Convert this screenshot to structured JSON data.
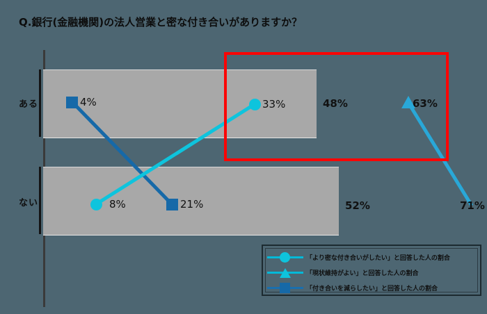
{
  "title": "Q.銀行(金融機関)の法人営業と密な付き合いがありますか？",
  "colors": {
    "background": "#4d6672",
    "bar": "#a8a8a8",
    "cyan": "#0ec4dd",
    "navy": "#1669a8",
    "highlight": "#fb0505",
    "axis": "#3a3a3a",
    "text": "#101010"
  },
  "axis": {
    "categories": [
      "ある",
      "ない"
    ]
  },
  "bars": [
    {
      "category": "ある",
      "value": 48,
      "value_label": "48%"
    },
    {
      "category": "ない",
      "value": 52,
      "value_label": "52%"
    }
  ],
  "series": [
    {
      "name": "「より密な付き合いがしたい」と回答した人の割合",
      "marker": "circle",
      "color": "#0ec4dd",
      "points": [
        {
          "category": "ない",
          "value": 8,
          "label": "8%"
        },
        {
          "category": "ある",
          "value": 33,
          "label": "33%"
        }
      ]
    },
    {
      "name": "「現状維持がよい」と回答した人の割合",
      "marker": "triangle",
      "color": "#0ec4dd",
      "points": [
        {
          "category": "ある",
          "value": 63,
          "label": "63%"
        },
        {
          "category": "ない",
          "value": 71,
          "label": "71%"
        }
      ]
    },
    {
      "name": "「付き合いを減らしたい」と回答した人の割合",
      "marker": "square",
      "color": "#1669a8",
      "points": [
        {
          "category": "ある",
          "value": 4,
          "label": "4%"
        },
        {
          "category": "ない",
          "value": 21,
          "label": "21%"
        }
      ]
    }
  ],
  "data_labels": {
    "aru_square": "4%",
    "aru_circle": "33%",
    "aru_bar": "48%",
    "aru_triangle": "63%",
    "nai_circle": "8%",
    "nai_square": "21%",
    "nai_bar": "52%",
    "nai_triangle": "71%"
  },
  "highlight": {
    "note": "red-rectangle-annotation"
  },
  "legend": {
    "items": [
      "「より密な付き合いがしたい」と回答した人の割合",
      "「現状維持がよい」と回答した人の割合",
      "「付き合いを減らしたい」と回答した人の割合"
    ]
  },
  "chart_data": {
    "type": "bar",
    "title": "Q.銀行(金融機関)の法人営業と密な付き合いがありますか？",
    "categories": [
      "ある",
      "ない"
    ],
    "xlabel": "",
    "ylabel": "",
    "grid": false,
    "legend_position": "bottom-right",
    "bar_series": {
      "name": "回答割合",
      "values": [
        48,
        52
      ],
      "labels": [
        "48%",
        "52%"
      ],
      "color": "#a8a8a8"
    },
    "series": [
      {
        "name": "「より密な付き合いがしたい」と回答した人の割合",
        "marker": "circle",
        "color": "#0ec4dd",
        "values": [
          33,
          8
        ],
        "labels": [
          "33%",
          "8%"
        ]
      },
      {
        "name": "「現状維持がよい」と回答した人の割合",
        "marker": "triangle",
        "color": "#0ec4dd",
        "values": [
          63,
          71
        ],
        "labels": [
          "63%",
          "71%"
        ]
      },
      {
        "name": "「付き合いを減らしたい」と回答した人の割合",
        "marker": "square",
        "color": "#1669a8",
        "values": [
          4,
          21
        ],
        "labels": [
          "4%",
          "21%"
        ]
      }
    ],
    "annotations": [
      {
        "type": "rectangle",
        "color": "#fb0505",
        "covers": [
          "33%",
          "48%",
          "63%"
        ]
      }
    ]
  }
}
